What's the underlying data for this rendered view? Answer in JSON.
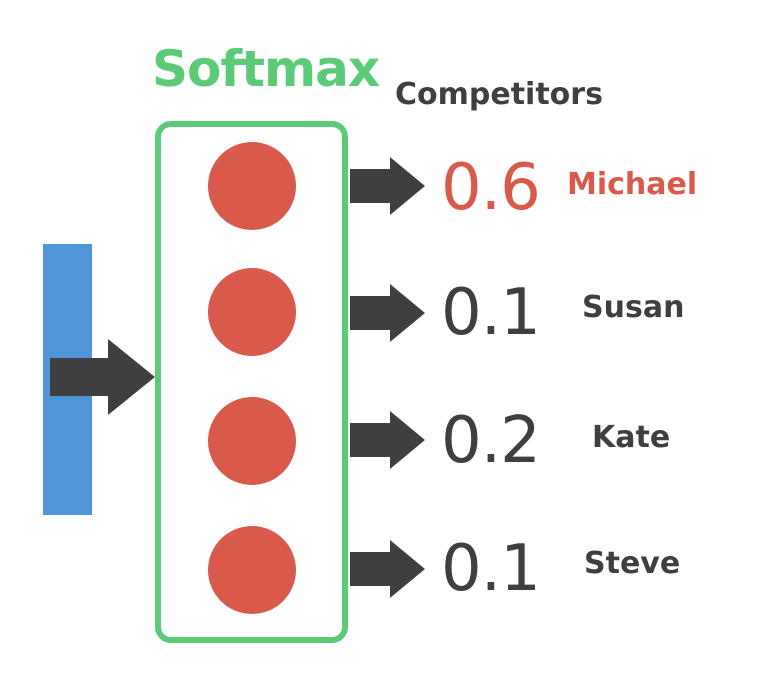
{
  "title": "Softmax",
  "header": "Competitors",
  "colors": {
    "softmax_green": "#5ccb78",
    "input_blue": "#4f96d8",
    "neuron_red": "#d9594a",
    "arrow_dark": "#3f3f3f",
    "highlight": "#d9594a"
  },
  "outputs": [
    {
      "probability": "0.6",
      "name": "Michael",
      "highlight": true
    },
    {
      "probability": "0.1",
      "name": "Susan",
      "highlight": false
    },
    {
      "probability": "0.2",
      "name": "Kate",
      "highlight": false
    },
    {
      "probability": "0.1",
      "name": "Steve",
      "highlight": false
    }
  ]
}
